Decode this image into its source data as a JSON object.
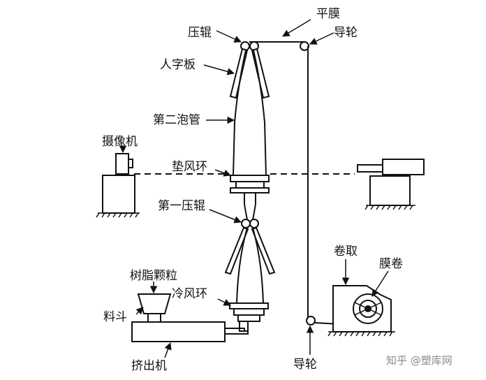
{
  "labels": {
    "press_roller": "压辊",
    "flat_film": "平膜",
    "guide_roller_top": "导轮",
    "herringbone_board": "人字板",
    "second_bubble": "第二泡管",
    "camera": "摄像机",
    "pad_air_ring": "垫风环",
    "first_press_roller": "第一压辊",
    "winder": "卷取",
    "film_roll": "膜卷",
    "resin_pellets": "树脂颗粒",
    "cooling_air_ring": "冷风环",
    "hopper": "料斗",
    "extruder": "挤出机",
    "guide_roller_bottom": "导轮"
  },
  "watermark": "知乎 @塑库网"
}
